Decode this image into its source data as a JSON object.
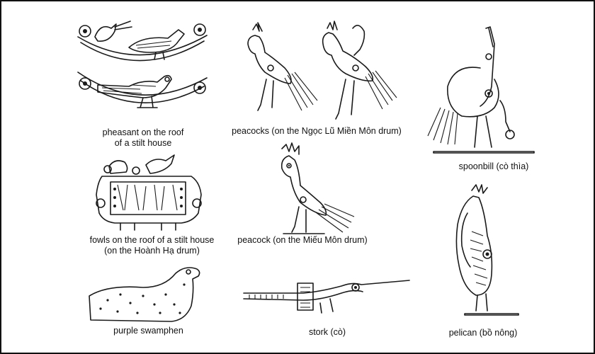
{
  "figures": [
    {
      "id": "pheasant",
      "caption_lines": [
        "pheasant on the roof",
        "of a stilt house"
      ]
    },
    {
      "id": "peacocks",
      "caption_lines": [
        "peacocks (on the Ngọc Lũ Miền Môn drum)"
      ]
    },
    {
      "id": "spoonbill",
      "caption_lines": [
        "spoonbill (cò thìa)"
      ]
    },
    {
      "id": "fowls",
      "caption_lines": [
        "fowls on the roof of a stilt house",
        "(on the Hoành Hạ drum)"
      ]
    },
    {
      "id": "peacock",
      "caption_lines": [
        "peacock (on the Miếu Môn drum)"
      ]
    },
    {
      "id": "pelican",
      "caption_lines": [
        "pelican (bồ nông)"
      ]
    },
    {
      "id": "swamphen",
      "caption_lines": [
        "purple swamphen"
      ]
    },
    {
      "id": "stork",
      "caption_lines": [
        "stork (cò)"
      ]
    }
  ],
  "icons": {
    "pheasant": "pheasant-engraving-icon",
    "peacocks": "peacocks-engraving-icon",
    "spoonbill": "spoonbill-engraving-icon",
    "fowls": "fowls-engraving-icon",
    "peacock": "peacock-engraving-icon",
    "pelican": "pelican-engraving-icon",
    "swamphen": "swamphen-engraving-icon",
    "stork": "stork-engraving-icon"
  }
}
